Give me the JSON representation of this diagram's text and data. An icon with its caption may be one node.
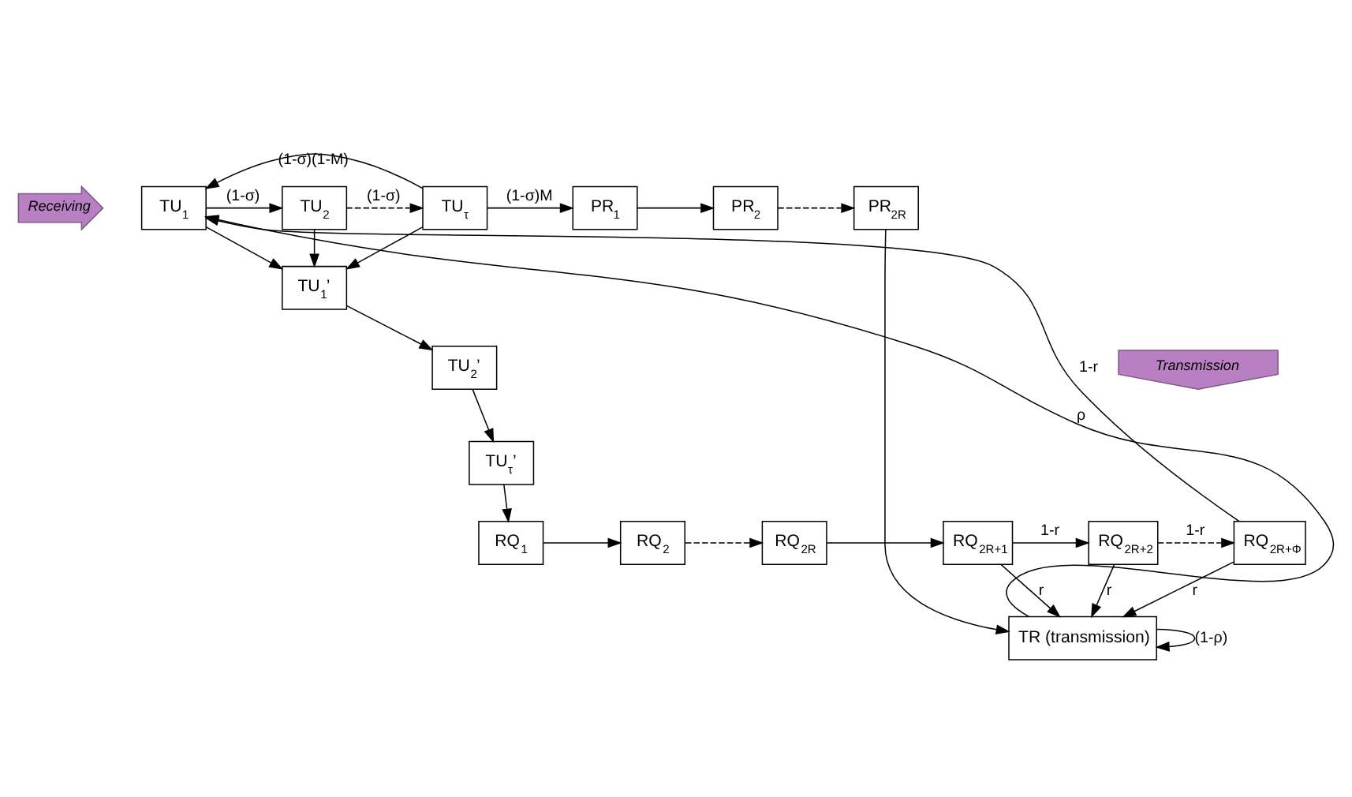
{
  "diagram": {
    "nodes": [
      {
        "text": [
          "Receiving"
        ]
      },
      {
        "text": [
          "TU$_{1}$"
        ]
      },
      {
        "text": [
          "TU$_{2}$"
        ]
      },
      {
        "text": [
          "TU$_{τ}$"
        ]
      },
      {
        "text": [
          "PR$_{1}$"
        ]
      },
      {
        "text": [
          "PR$_{2}$"
        ]
      },
      {
        "text": [
          "PR$_{2R}$"
        ]
      },
      {
        "text": [
          "TU$_{1}$’"
        ]
      },
      {
        "text": [
          "Transmission"
        ]
      },
      {
        "text": [
          "TR (transmission)"
        ]
      },
      {
        "text": [
          "TU$_{2}$’"
        ]
      },
      {
        "text": [
          "TU$_{τ}$’"
        ]
      },
      {
        "text": [
          "RQ$_{1}$"
        ]
      },
      {
        "text": [
          "RQ$_{2}$"
        ]
      },
      {
        "text": [
          "RQ$_{2R}$"
        ]
      },
      {
        "text": [
          "RQ$_{2R+1}$"
        ]
      },
      {
        "text": [
          "RQ$_{2R+2}$"
        ]
      },
      {
        "text": [
          "RQ$_{2R+Φ}$"
        ]
      }
    ],
    "edges": [
      {
        "from": 1,
        "to": 2,
        "arrow": "to",
        "label": "(1-σ)"
      },
      {
        "from": 2,
        "to": 3,
        "arrow": "to",
        "label": "(1-σ)",
        "style": "dashed"
      },
      {
        "from": 3,
        "to": 1,
        "arrow": "to",
        "label": "(1-σ)(1-M)"
      },
      {
        "from": 3,
        "to": 4,
        "arrow": "to",
        "label": "(1-σ)M"
      },
      {
        "from": 4,
        "to": 5,
        "arrow": "to"
      },
      {
        "from": 5,
        "to": 6,
        "arrow": "to",
        "style": "dashed"
      },
      {
        "from": 6,
        "to": 9,
        "arrow": "to"
      },
      {
        "from": 1,
        "to": 7,
        "arrow": "to"
      },
      {
        "from": 2,
        "to": 7,
        "arrow": "to"
      },
      {
        "from": 3,
        "to": 7,
        "arrow": "to"
      },
      {
        "from": 7,
        "to": 10,
        "arrow": "to"
      },
      {
        "from": 10,
        "to": 11,
        "arrow": "to"
      },
      {
        "from": 11,
        "to": 12,
        "arrow": "to"
      },
      {
        "from": 12,
        "to": 13,
        "arrow": "to"
      },
      {
        "from": 13,
        "to": 14,
        "arrow": "to",
        "style": "dashed"
      },
      {
        "from": 14,
        "to": 15,
        "arrow": "to"
      },
      {
        "from": 15,
        "to": 16,
        "arrow": "to",
        "label": "1-r"
      },
      {
        "from": 16,
        "to": 17,
        "arrow": "to",
        "label": "1-r",
        "style": "dashed"
      },
      {
        "from": 15,
        "to": 9,
        "arrow": "to",
        "label": "r"
      },
      {
        "from": 16,
        "to": 9,
        "arrow": "to",
        "label": "r"
      },
      {
        "from": 17,
        "to": 9,
        "arrow": "to",
        "label": "r"
      },
      {
        "from": 9,
        "to": 9,
        "arrow": "to",
        "label": "(1-ρ)"
      },
      {
        "from": 9,
        "to": 1,
        "arrow": "to",
        "label": "ρ"
      },
      {
        "from": 17,
        "to": 1,
        "arrow": "to",
        "label": "1-r"
      }
    ]
  }
}
